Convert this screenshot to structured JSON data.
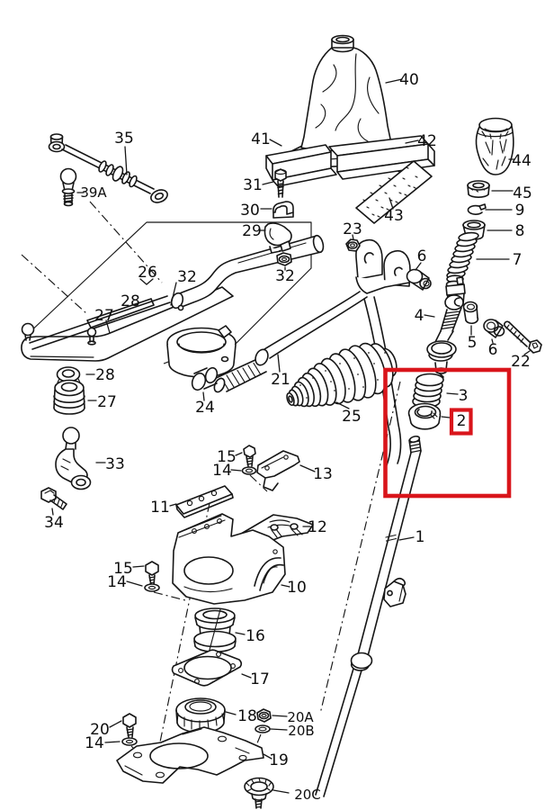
{
  "diagram": {
    "kind": "exploded-parts-diagram",
    "background": "#ffffff",
    "line_color": "#161616"
  },
  "highlight": {
    "box_color": "#d9151b"
  },
  "labels": [
    {
      "text": "35"
    },
    {
      "text": "39A"
    },
    {
      "text": "40"
    },
    {
      "text": "41"
    },
    {
      "text": "42"
    },
    {
      "text": "43"
    },
    {
      "text": "44"
    },
    {
      "text": "45"
    },
    {
      "text": "9"
    },
    {
      "text": "8"
    },
    {
      "text": "7"
    },
    {
      "text": "23"
    },
    {
      "text": "31"
    },
    {
      "text": "30"
    },
    {
      "text": "29"
    },
    {
      "text": "32"
    },
    {
      "text": "26"
    },
    {
      "text": "32"
    },
    {
      "text": "28"
    },
    {
      "text": "27"
    },
    {
      "text": "28"
    },
    {
      "text": "27"
    },
    {
      "text": "6"
    },
    {
      "text": "4"
    },
    {
      "text": "5"
    },
    {
      "text": "6"
    },
    {
      "text": "22"
    },
    {
      "text": "21"
    },
    {
      "text": "24"
    },
    {
      "text": "25"
    },
    {
      "text": "3"
    },
    {
      "text": "2"
    },
    {
      "text": "1"
    },
    {
      "text": "13"
    },
    {
      "text": "15"
    },
    {
      "text": "14"
    },
    {
      "text": "11"
    },
    {
      "text": "12"
    },
    {
      "text": "33"
    },
    {
      "text": "34"
    },
    {
      "text": "10"
    },
    {
      "text": "15"
    },
    {
      "text": "14"
    },
    {
      "text": "16"
    },
    {
      "text": "17"
    },
    {
      "text": "18"
    },
    {
      "text": "20A"
    },
    {
      "text": "20B"
    },
    {
      "text": "20"
    },
    {
      "text": "14"
    },
    {
      "text": "19"
    },
    {
      "text": "20C"
    }
  ]
}
